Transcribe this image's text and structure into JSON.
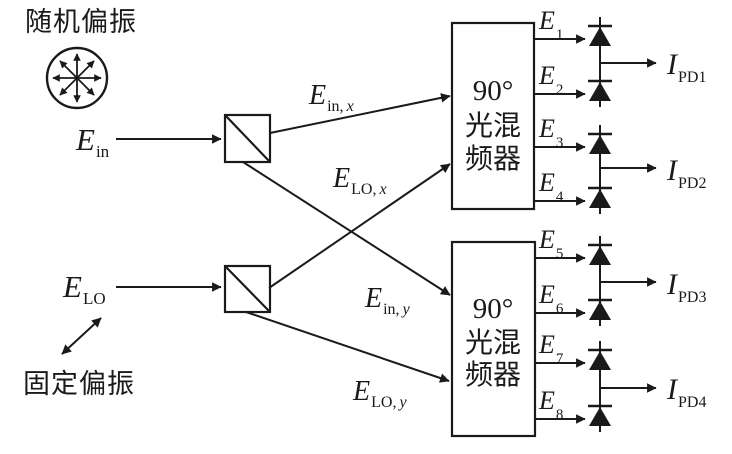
{
  "colors": {
    "ink": "#1a1a1a",
    "background": "#ffffff"
  },
  "annotations": {
    "random_polarization": "随机偏振",
    "fixed_polarization": "固定偏振"
  },
  "inputs": {
    "ein": {
      "symbol": "E",
      "subscript": "in"
    },
    "elo": {
      "symbol": "E",
      "subscript": "LO"
    }
  },
  "branches": {
    "ein_x": {
      "symbol": "E",
      "sub": "in,",
      "var": "x"
    },
    "elo_x": {
      "symbol": "E",
      "sub": "LO,",
      "var": "x"
    },
    "ein_y": {
      "symbol": "E",
      "sub": "in,",
      "var": "y"
    },
    "elo_y": {
      "symbol": "E",
      "sub": "LO,",
      "var": "y"
    }
  },
  "hybrids": {
    "top": {
      "line1": "90°",
      "line2": "光混",
      "line3": "频器"
    },
    "bottom": {
      "line1": "90°",
      "line2": "光混",
      "line3": "频器"
    }
  },
  "hybrid_outputs": [
    {
      "symbol": "E",
      "subscript": "1"
    },
    {
      "symbol": "E",
      "subscript": "2"
    },
    {
      "symbol": "E",
      "subscript": "3"
    },
    {
      "symbol": "E",
      "subscript": "4"
    },
    {
      "symbol": "E",
      "subscript": "5"
    },
    {
      "symbol": "E",
      "subscript": "6"
    },
    {
      "symbol": "E",
      "subscript": "7"
    },
    {
      "symbol": "E",
      "subscript": "8"
    }
  ],
  "photocurrents": [
    {
      "symbol": "I",
      "subscript": "PD1"
    },
    {
      "symbol": "I",
      "subscript": "PD2"
    },
    {
      "symbol": "I",
      "subscript": "PD3"
    },
    {
      "symbol": "I",
      "subscript": "PD4"
    }
  ]
}
